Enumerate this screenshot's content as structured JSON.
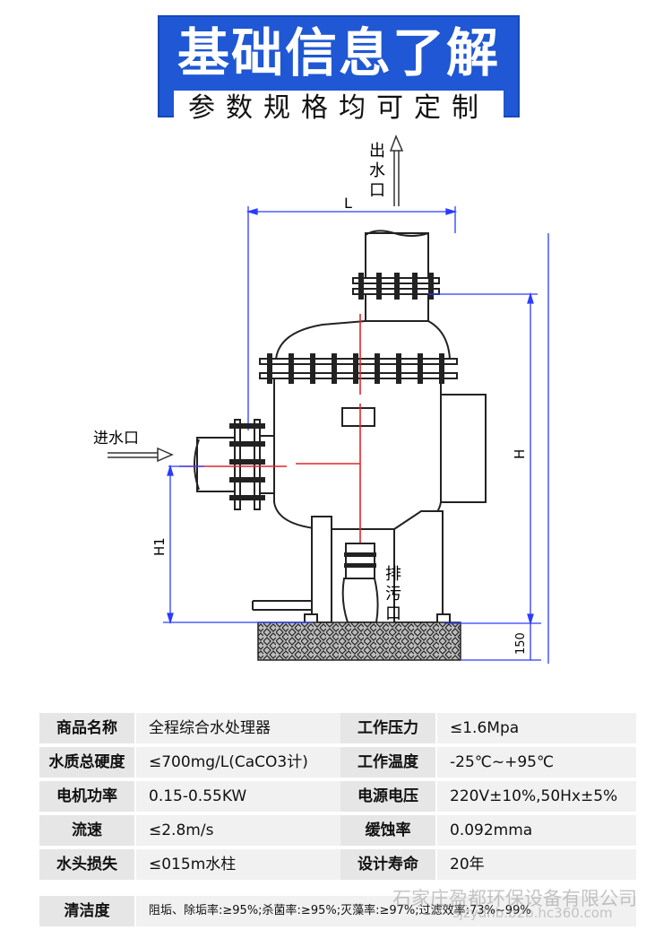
{
  "banner": {
    "title": "基础信息了解",
    "subtitle": "参数规格均可定制"
  },
  "diagram": {
    "outlet_label": "出水口",
    "inlet_label": "进水口",
    "drain_label": "排污口",
    "dim_L": "L",
    "dim_H": "H",
    "dim_H1": "H1",
    "dim_150": "150"
  },
  "specs": {
    "rows": [
      {
        "l1": "商品名称",
        "v1": "全程综合水处理器",
        "l2": "工作压力",
        "v2": "≤1.6Mpa"
      },
      {
        "l1": "水质总硬度",
        "v1": "≤700mg/L(CaCO3计)",
        "l2": "工作温度",
        "v2": "-25℃~+95℃"
      },
      {
        "l1": "电机功率",
        "v1": "0.15-0.55KW",
        "l2": "电源电压",
        "v2": "220V±10%,50Hx±5%"
      },
      {
        "l1": "流速",
        "v1": "≤2.8m/s",
        "l2": "缓蚀率",
        "v2": "0.092mma"
      },
      {
        "l1": "水头损失",
        "v1": "≤015m水柱",
        "l2": "设计寿命",
        "v2": "20年"
      }
    ],
    "last": {
      "label": "清洁度",
      "value": "阻垢、除垢率:≥95%;杀菌率:≥95%;灭藻率:≥97%;过滤效率:73%~99%"
    }
  },
  "watermark": {
    "line1": "石家庄盈都环保设备有限公司",
    "line2": "sjzydhb.b2b.hc360.com"
  }
}
